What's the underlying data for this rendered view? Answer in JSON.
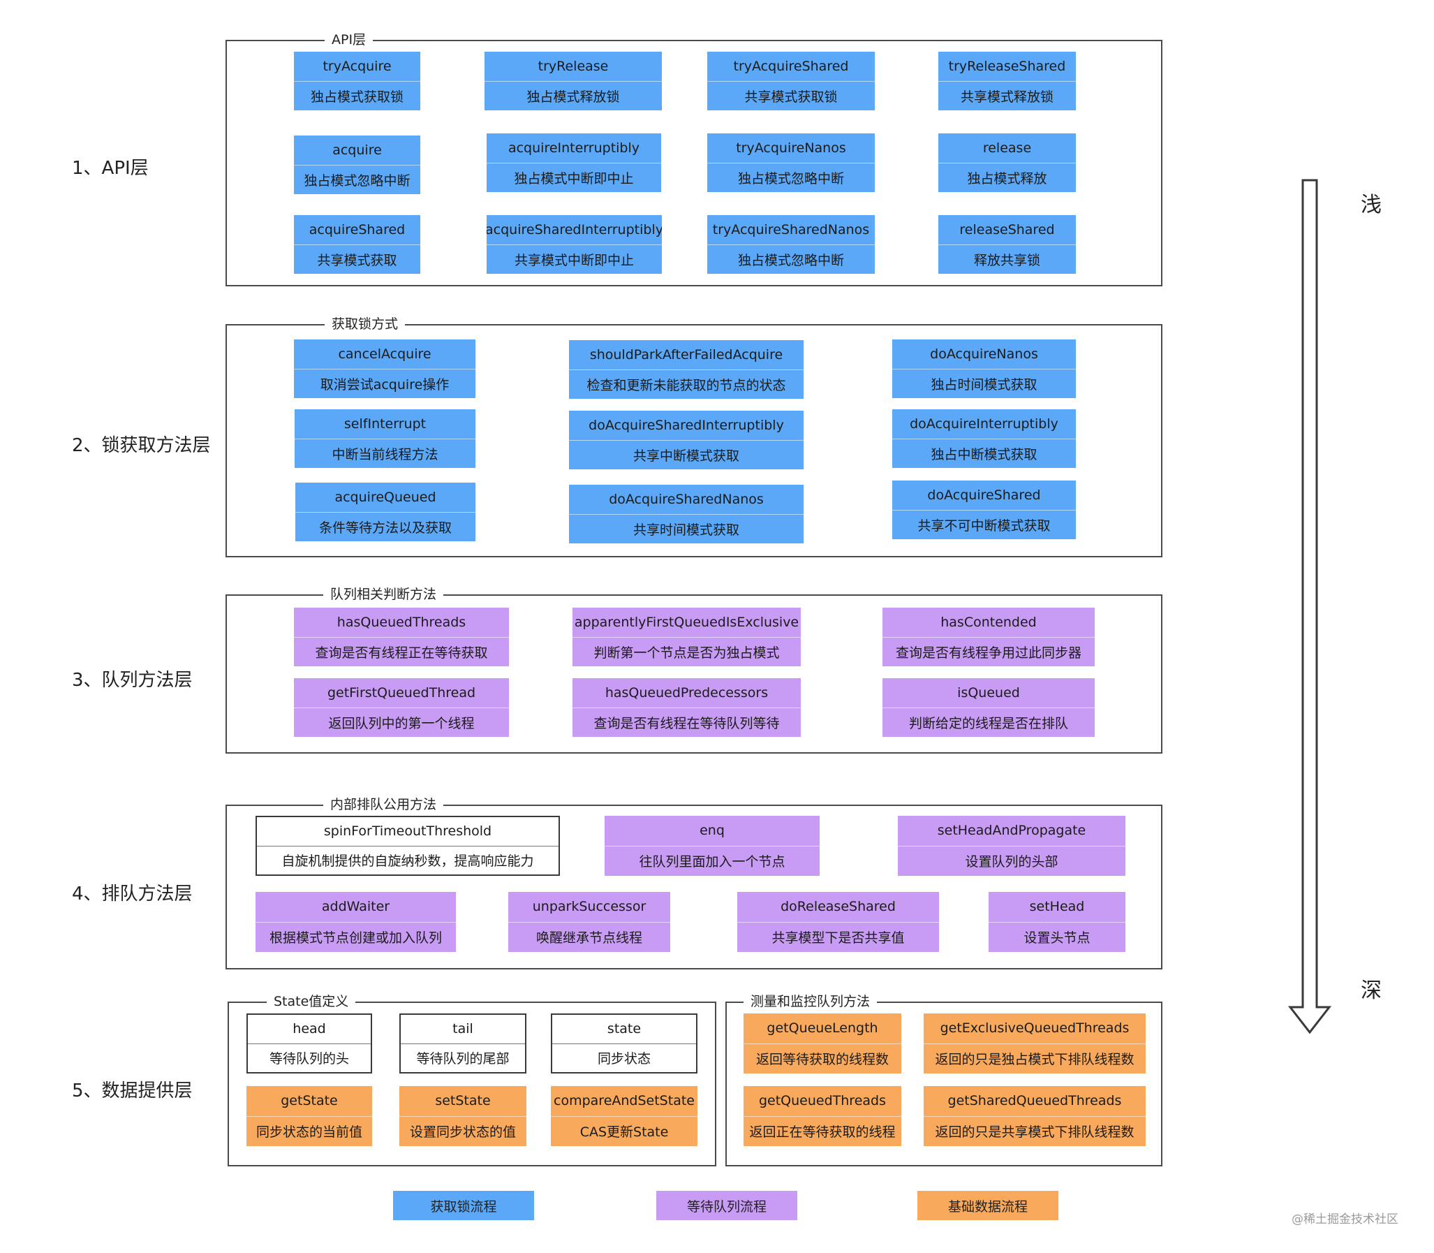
{
  "layers": {
    "l1": "1、API层",
    "l2": "2、锁获取方法层",
    "l3": "3、队列方法层",
    "l4": "4、排队方法层",
    "l5": "5、数据提供层"
  },
  "groups": {
    "api": "API层",
    "lock": "获取锁方式",
    "queue": "队列相关判断方法",
    "enqueue": "内部排队公用方法",
    "state": "State值定义",
    "monitor": "测量和监控队列方法"
  },
  "cards": {
    "tryAcquire": {
      "name": "tryAcquire",
      "desc": "独占模式获取锁"
    },
    "tryRelease": {
      "name": "tryRelease",
      "desc": "独占模式释放锁"
    },
    "tryAcquireShared": {
      "name": "tryAcquireShared",
      "desc": "共享模式获取锁"
    },
    "tryReleaseShared": {
      "name": "tryReleaseShared",
      "desc": "共享模式释放锁"
    },
    "acquire": {
      "name": "acquire",
      "desc": "独占模式忽略中断"
    },
    "acquireInterruptibly": {
      "name": "acquireInterruptibly",
      "desc": "独占模式中断即中止"
    },
    "tryAcquireNanos": {
      "name": "tryAcquireNanos",
      "desc": "独占模式忽略中断"
    },
    "release": {
      "name": "release",
      "desc": "独占模式释放"
    },
    "acquireShared": {
      "name": "acquireShared",
      "desc": "共享模式获取"
    },
    "acquireSharedInterruptibly": {
      "name": "acquireSharedInterruptibly",
      "desc": "共享模式中断即中止"
    },
    "tryAcquireSharedNanos": {
      "name": "tryAcquireSharedNanos",
      "desc": "独占模式忽略中断"
    },
    "releaseShared": {
      "name": "releaseShared",
      "desc": "释放共享锁"
    },
    "cancelAcquire": {
      "name": "cancelAcquire",
      "desc": "取消尝试acquire操作"
    },
    "shouldParkAfterFailedAcquire": {
      "name": "shouldParkAfterFailedAcquire",
      "desc": "检查和更新未能获取的节点的状态"
    },
    "doAcquireNanos": {
      "name": "doAcquireNanos",
      "desc": "独占时间模式获取"
    },
    "selfInterrupt": {
      "name": "selfInterrupt",
      "desc": "中断当前线程方法"
    },
    "doAcquireSharedInterruptibly": {
      "name": "doAcquireSharedInterruptibly",
      "desc": "共享中断模式获取"
    },
    "doAcquireInterruptibly": {
      "name": "doAcquireInterruptibly",
      "desc": "独占中断模式获取"
    },
    "acquireQueued": {
      "name": "acquireQueued",
      "desc": "条件等待方法以及获取"
    },
    "doAcquireSharedNanos": {
      "name": "doAcquireSharedNanos",
      "desc": "共享时间模式获取"
    },
    "doAcquireShared": {
      "name": "doAcquireShared",
      "desc": "共享不可中断模式获取"
    },
    "hasQueuedThreads": {
      "name": "hasQueuedThreads",
      "desc": "查询是否有线程正在等待获取"
    },
    "apparentlyFirstQueuedIsExclusive": {
      "name": "apparentlyFirstQueuedIsExclusive",
      "desc": "判断第一个节点是否为独占模式"
    },
    "hasContended": {
      "name": "hasContended",
      "desc": "查询是否有线程争用过此同步器"
    },
    "getFirstQueuedThread": {
      "name": "getFirstQueuedThread",
      "desc": "返回队列中的第一个线程"
    },
    "hasQueuedPredecessors": {
      "name": "hasQueuedPredecessors",
      "desc": "查询是否有线程在等待队列等待"
    },
    "isQueued": {
      "name": "isQueued",
      "desc": "判断给定的线程是否在排队"
    },
    "spinForTimeoutThreshold": {
      "name": "spinForTimeoutThreshold",
      "desc": "自旋机制提供的自旋纳秒数，提高响应能力"
    },
    "enq": {
      "name": "enq",
      "desc": "往队列里面加入一个节点"
    },
    "setHeadAndPropagate": {
      "name": "setHeadAndPropagate",
      "desc": "设置队列的头部"
    },
    "addWaiter": {
      "name": "addWaiter",
      "desc": "根据模式节点创建或加入队列"
    },
    "unparkSuccessor": {
      "name": "unparkSuccessor",
      "desc": "唤醒继承节点线程"
    },
    "doReleaseShared": {
      "name": "doReleaseShared",
      "desc": "共享模型下是否共享值"
    },
    "setHead": {
      "name": "setHead",
      "desc": "设置头节点"
    },
    "head": {
      "name": "head",
      "desc": "等待队列的头"
    },
    "tail": {
      "name": "tail",
      "desc": "等待队列的尾部"
    },
    "state": {
      "name": "state",
      "desc": "同步状态"
    },
    "getState": {
      "name": "getState",
      "desc": "同步状态的当前值"
    },
    "setState": {
      "name": "setState",
      "desc": "设置同步状态的值"
    },
    "compareAndSetState": {
      "name": "compareAndSetState",
      "desc": "CAS更新State"
    },
    "getQueueLength": {
      "name": "getQueueLength",
      "desc": "返回等待获取的线程数"
    },
    "getExclusiveQueuedThreads": {
      "name": "getExclusiveQueuedThreads",
      "desc": "返回的只是独占模式下排队线程数"
    },
    "getQueuedThreads": {
      "name": "getQueuedThreads",
      "desc": "返回正在等待获取的线程"
    },
    "getSharedQueuedThreads": {
      "name": "getSharedQueuedThreads",
      "desc": "返回的只是共享模式下排队线程数"
    }
  },
  "depth": {
    "shallow": "浅",
    "deep": "深"
  },
  "legend": {
    "blue": "获取锁流程",
    "purple": "等待队列流程",
    "orange": "基础数据流程"
  },
  "watermark": "@稀土掘金技术社区",
  "colors": {
    "blue": "#5aa8f7",
    "purple": "#c89bf5",
    "orange": "#f8a95b"
  }
}
